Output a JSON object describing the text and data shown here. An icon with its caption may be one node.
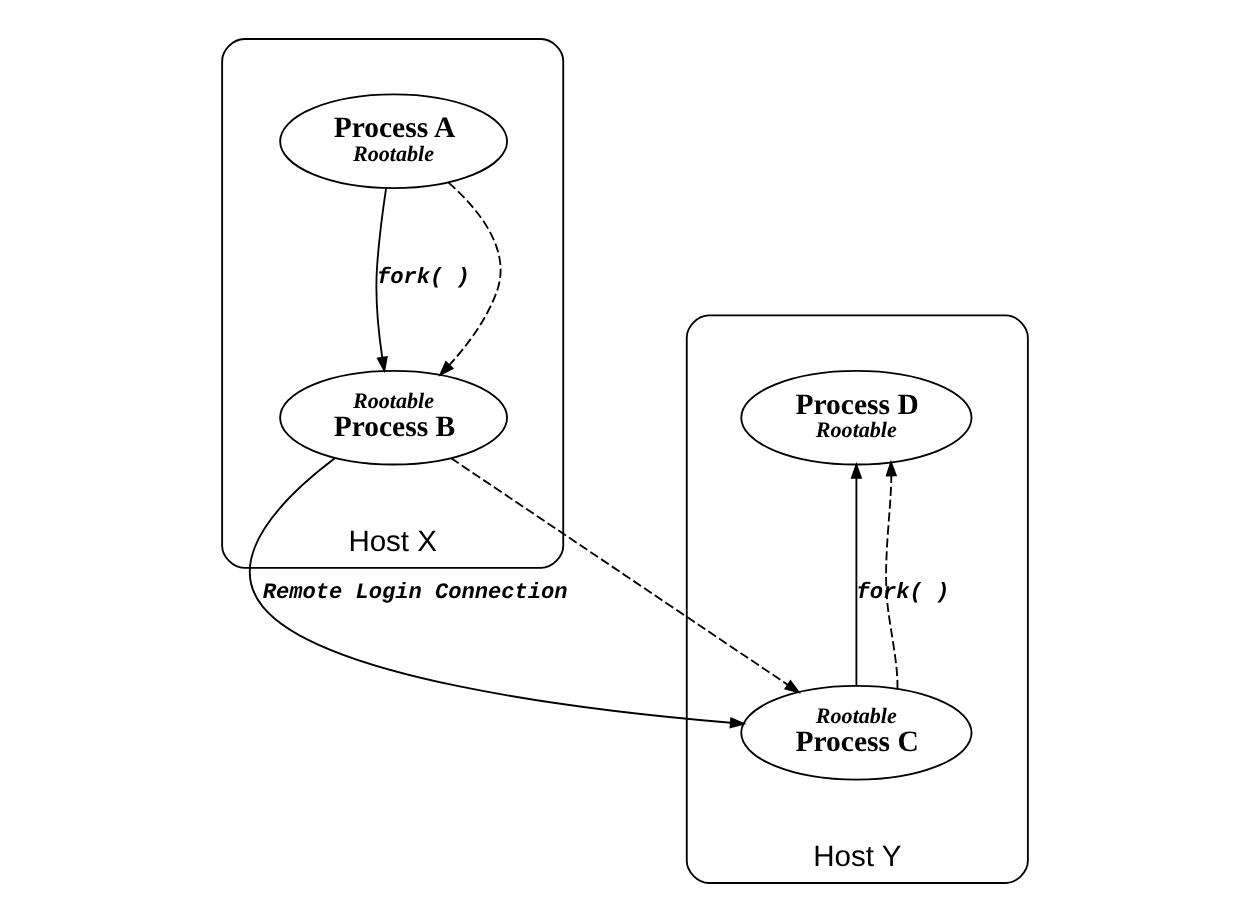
{
  "diagram": {
    "nodes": [
      {
        "text": [
          "Host X"
        ]
      },
      {
        "text": [
          "Process A",
          "Rootable"
        ],
        "in": 0
      },
      {
        "text": [
          "Rootable",
          "Process B"
        ],
        "in": 0
      },
      {
        "text": [
          "Host Y"
        ]
      },
      {
        "text": [
          "Process D",
          "Rootable"
        ],
        "in": 3
      },
      {
        "text": [
          "Rootable",
          "Process C"
        ],
        "in": 3
      }
    ],
    "edges": [
      {
        "from": 1,
        "to": 2,
        "arrow": "to",
        "label": "fork( )"
      },
      {
        "from": 1,
        "to": 2,
        "arrow": "to",
        "style": "dashed"
      },
      {
        "from": 2,
        "to": 5,
        "arrow": "to",
        "label": "Remote Login Connection"
      },
      {
        "from": 2,
        "to": 5,
        "arrow": "to",
        "style": "dashed"
      },
      {
        "from": 5,
        "to": 4,
        "arrow": "to",
        "label": "fork( )"
      },
      {
        "from": 5,
        "to": 4,
        "arrow": "to",
        "style": "dashed"
      }
    ]
  }
}
